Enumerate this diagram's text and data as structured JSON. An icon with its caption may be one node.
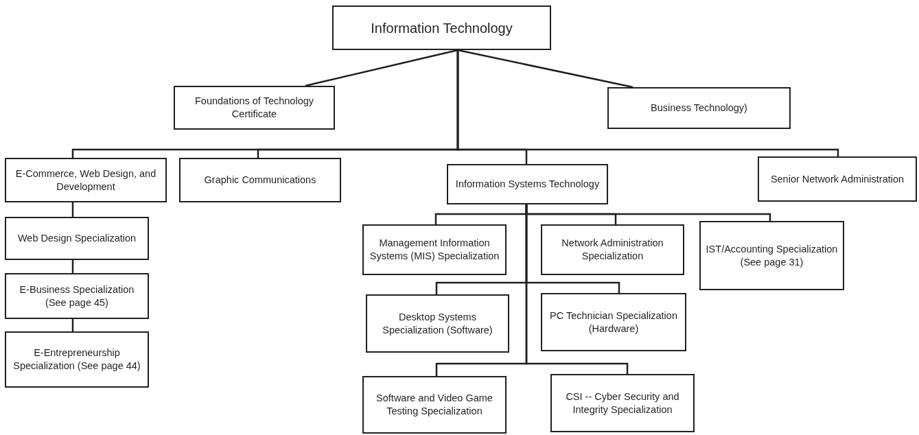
{
  "diagram": {
    "nodes": [
      {
        "text": [
          "Information Technology"
        ]
      },
      {
        "text": [
          "Foundations of Technology Certificate"
        ]
      },
      {
        "text": [
          "Business Technology)"
        ]
      },
      {
        "text": [
          "E-Commerce, Web Design, and Development"
        ]
      },
      {
        "text": [
          "Graphic Communications"
        ]
      },
      {
        "text": [
          "Information Systems Technology"
        ]
      },
      {
        "text": [
          "Senior Network Administration"
        ]
      },
      {
        "text": [
          "Web Design Specialization"
        ]
      },
      {
        "text": [
          "E-Business Specialization (See page 45)"
        ]
      },
      {
        "text": [
          "E-Entrepreneurship Specialization (See page 44)"
        ]
      },
      {
        "text": [
          "Management Information Systems (MIS) Specialization"
        ]
      },
      {
        "text": [
          "Network Administration Specialization"
        ]
      },
      {
        "text": [
          "IST/Accounting Specialization (See page 31)"
        ]
      },
      {
        "text": [
          "Desktop Systems Specialization (Software)"
        ]
      },
      {
        "text": [
          "PC Technician Specialization (Hardware)"
        ]
      },
      {
        "text": [
          "Software and Video Game Testing Specialization"
        ]
      },
      {
        "text": [
          "CSI -- Cyber Security and Integrity Specialization"
        ]
      }
    ],
    "edges": [
      {
        "from": 0,
        "to": 1,
        "arrow": "none"
      },
      {
        "from": 0,
        "to": 2,
        "arrow": "none"
      },
      {
        "from": 0,
        "to": 3,
        "arrow": "none"
      },
      {
        "from": 0,
        "to": 4,
        "arrow": "none"
      },
      {
        "from": 0,
        "to": 5,
        "arrow": "none"
      },
      {
        "from": 0,
        "to": 6,
        "arrow": "none"
      },
      {
        "from": 3,
        "to": 7,
        "arrow": "none"
      },
      {
        "from": 7,
        "to": 8,
        "arrow": "none"
      },
      {
        "from": 8,
        "to": 9,
        "arrow": "none"
      },
      {
        "from": 5,
        "to": 10,
        "arrow": "none"
      },
      {
        "from": 5,
        "to": 11,
        "arrow": "none"
      },
      {
        "from": 5,
        "to": 12,
        "arrow": "none"
      },
      {
        "from": 5,
        "to": 13,
        "arrow": "none"
      },
      {
        "from": 5,
        "to": 14,
        "arrow": "none"
      },
      {
        "from": 5,
        "to": 15,
        "arrow": "none"
      },
      {
        "from": 5,
        "to": 16,
        "arrow": "none"
      }
    ]
  }
}
